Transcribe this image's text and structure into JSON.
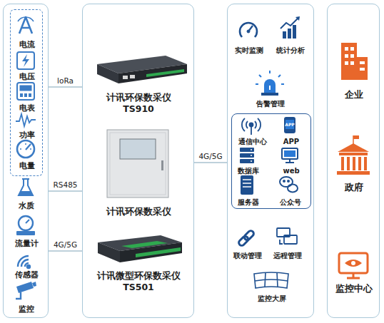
{
  "diagram": {
    "nodes": [
      {
        "text": [
          "水质",
          "流量计",
          "传感器",
          "监控"
        ]
      },
      {
        "text": [
          "电流",
          "电压",
          "电表",
          "功率",
          "电量"
        ],
        "in": 0
      },
      {
        "text": [
          "计讯环保数采仪 TS910",
          "计讯环保数采仪",
          "计讯微型环保数采仪 TS501"
        ]
      },
      {
        "text": [
          "实时监测",
          "统计分析",
          "告警管理",
          "联动管理",
          "远程管理",
          "监控大屏"
        ]
      },
      {
        "text": [
          "通信中心",
          "APP",
          "数据库",
          "web",
          "服务器",
          "公众号"
        ],
        "in": 3
      },
      {
        "text": [
          "企业",
          "政府",
          "监控中心"
        ]
      }
    ],
    "edges": [
      {
        "from": 0,
        "to": 2,
        "label": "loRa",
        "arrow": "none"
      },
      {
        "from": 0,
        "to": 2,
        "label": "RS485",
        "arrow": "none"
      },
      {
        "from": 0,
        "to": 2,
        "label": "4G/5G",
        "arrow": "none"
      },
      {
        "from": 2,
        "to": 3,
        "label": "4G/5G",
        "arrow": "none"
      }
    ],
    "labels": [
      "APP"
    ]
  }
}
